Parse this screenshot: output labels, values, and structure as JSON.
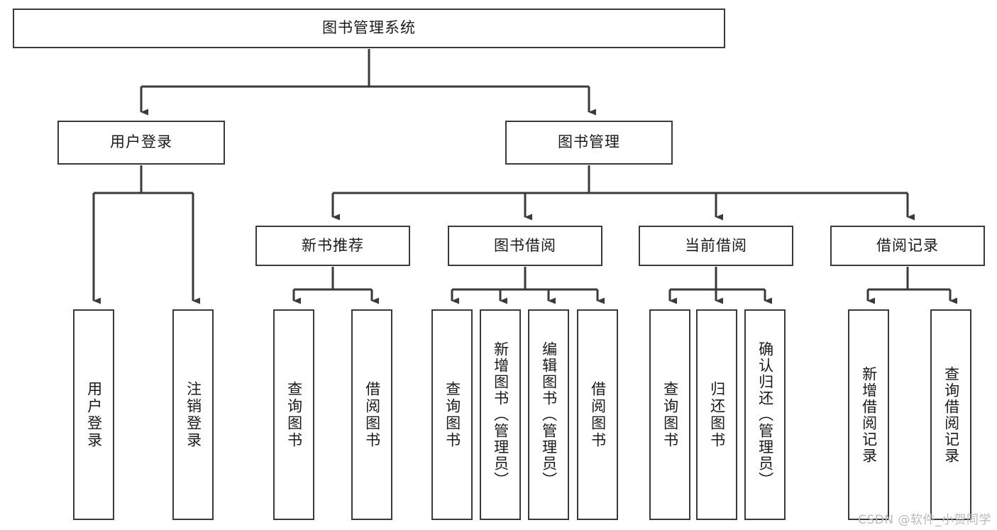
{
  "diagram": {
    "title_node": {
      "label": "图书管理系统"
    },
    "watermark": "CSDN @软件_小贺同学",
    "stroke_color": "#3a3a3a",
    "background_color": "#ffffff",
    "text_color": "#1a1a1a",
    "level2": [
      {
        "id": "user-login",
        "label": "用户登录"
      },
      {
        "id": "book-management",
        "label": "图书管理"
      }
    ],
    "level3": [
      {
        "id": "new-book-recommend",
        "label": "新书推荐"
      },
      {
        "id": "book-borrow",
        "label": "图书借阅"
      },
      {
        "id": "current-borrow",
        "label": "当前借阅"
      },
      {
        "id": "borrow-record",
        "label": "借阅记录"
      }
    ],
    "leaves": {
      "user_login": [
        {
          "id": "leaf-user-login",
          "label": "用户登录"
        },
        {
          "id": "leaf-logout-login",
          "label": "注销登录"
        }
      ],
      "new_book_recommend": [
        {
          "id": "leaf-query-book-1",
          "label": "查询图书"
        },
        {
          "id": "leaf-borrow-book-1",
          "label": "借阅图书"
        }
      ],
      "book_borrow": [
        {
          "id": "leaf-query-book-2",
          "label": "查询图书"
        },
        {
          "id": "leaf-add-book-admin",
          "label": "新增图书（管理员）"
        },
        {
          "id": "leaf-edit-book-admin",
          "label": "编辑图书（管理员）"
        },
        {
          "id": "leaf-borrow-book-2",
          "label": "借阅图书"
        }
      ],
      "current_borrow": [
        {
          "id": "leaf-query-book-3",
          "label": "查询图书"
        },
        {
          "id": "leaf-return-book",
          "label": "归还图书"
        },
        {
          "id": "leaf-confirm-return-admin",
          "label": "确认归还（管理员）"
        }
      ],
      "borrow_record": [
        {
          "id": "leaf-add-borrow-record",
          "label": "新增借阅记录"
        },
        {
          "id": "leaf-query-borrow-record",
          "label": "查询借阅记录"
        }
      ]
    }
  }
}
